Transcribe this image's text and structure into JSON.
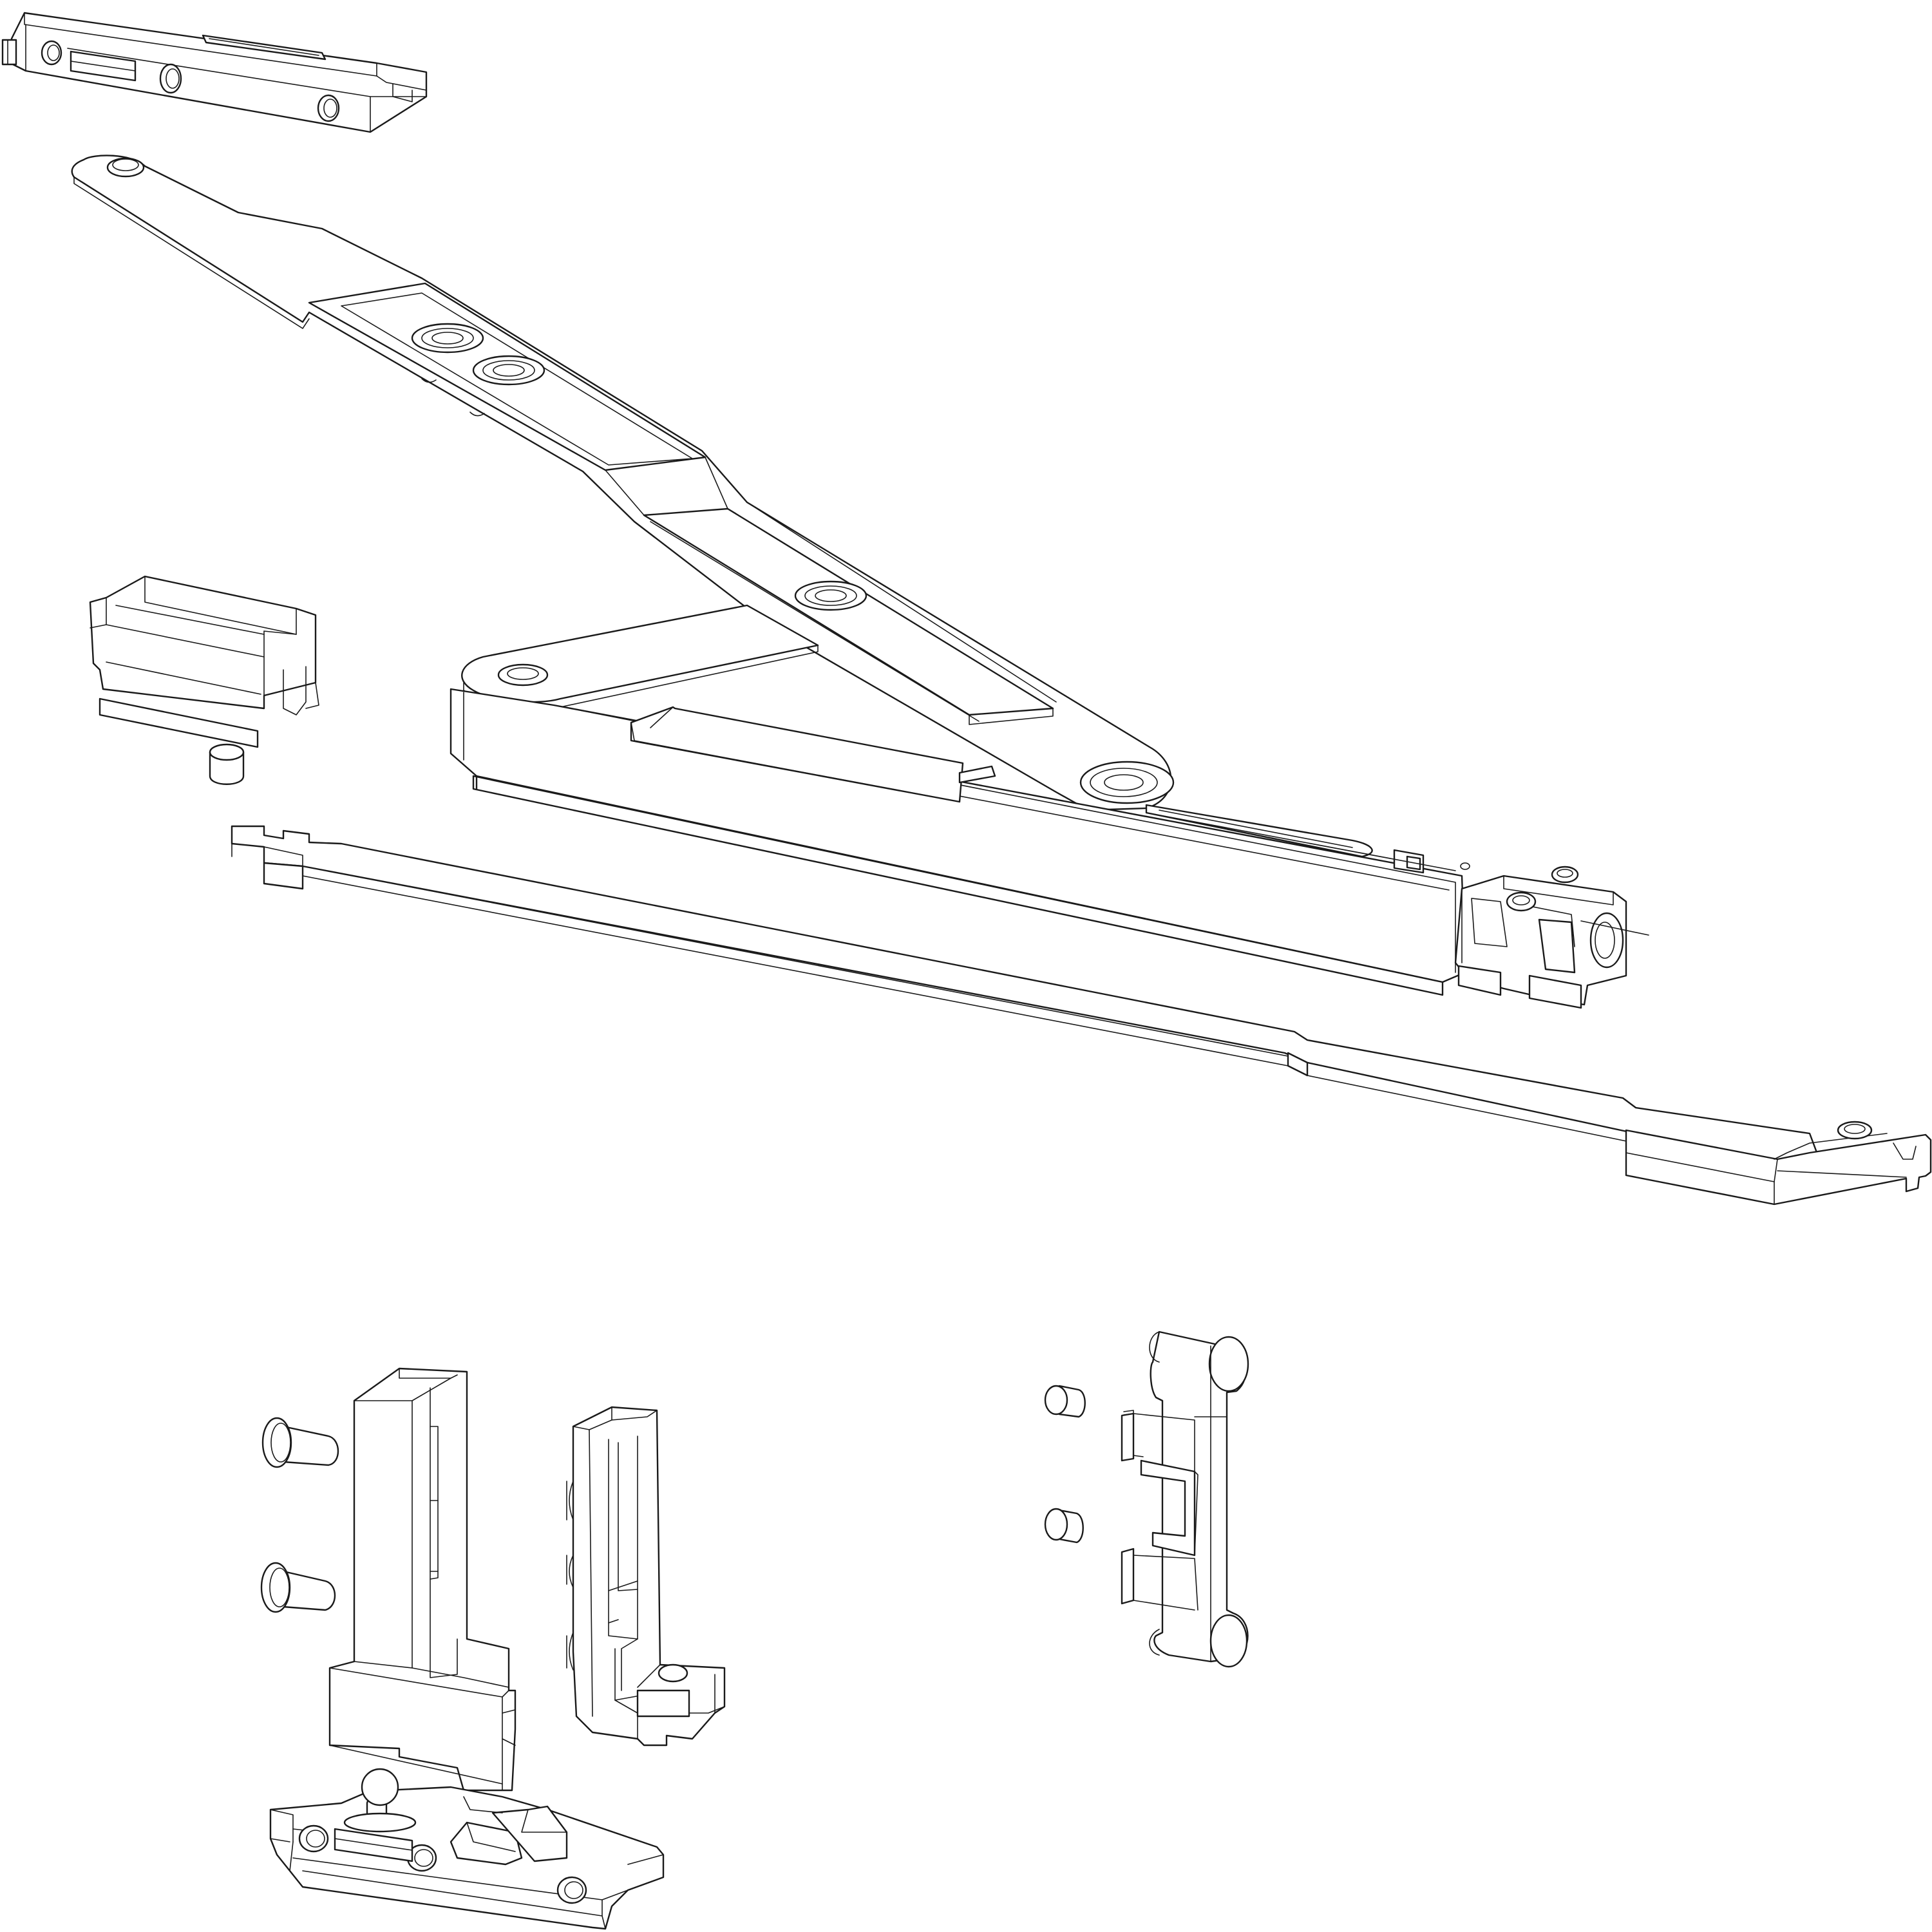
{
  "drawing": {
    "type": "exploded-assembly-line-drawing",
    "background": "#ffffff",
    "line_color": "#1a1a1a",
    "parts": [
      "top-slider-block",
      "upper-stay-arm",
      "short-link-arm",
      "main-track-rail",
      "end-cap-guide-block",
      "small-guide-clip",
      "small-cylinder-pin",
      "drive-bar",
      "drive-bar-end-block",
      "countersunk-screw-upper",
      "countersunk-screw-lower",
      "vertical-corner-bracket-left",
      "vertical-corner-bracket-right",
      "dowel-pin-upper",
      "dowel-pin-lower",
      "vertical-clip-plate",
      "bottom-locking-block"
    ]
  }
}
